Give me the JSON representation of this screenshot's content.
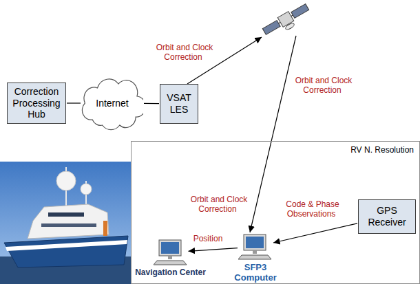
{
  "diagram": {
    "nodes": [
      {
        "text": [
          "Correction Processing Hub"
        ]
      },
      {
        "text": [
          "Internet"
        ]
      },
      {
        "text": [
          "VSAT LES"
        ]
      },
      {
        "text": [
          "RV N. Resolution"
        ]
      },
      {
        "text": [
          "SFP3 Computer"
        ],
        "in": 3
      },
      {
        "text": [
          "GPS Receiver"
        ],
        "in": 3
      },
      {
        "text": [
          "Navigation Center"
        ],
        "in": 3
      }
    ],
    "edges": [
      {
        "from": 0,
        "to": 1,
        "arrow": "none"
      },
      {
        "from": 1,
        "to": 2,
        "arrow": "none"
      },
      {
        "from": 5,
        "to": 4,
        "label": "Code & Phase Observations",
        "arrow": "to"
      },
      {
        "from": 4,
        "to": 6,
        "label": "Position",
        "arrow": "to"
      }
    ],
    "labels": [
      "Orbit and Clock Correction",
      "Orbit and Clock Correction",
      "Orbit and Clock Correction"
    ]
  }
}
